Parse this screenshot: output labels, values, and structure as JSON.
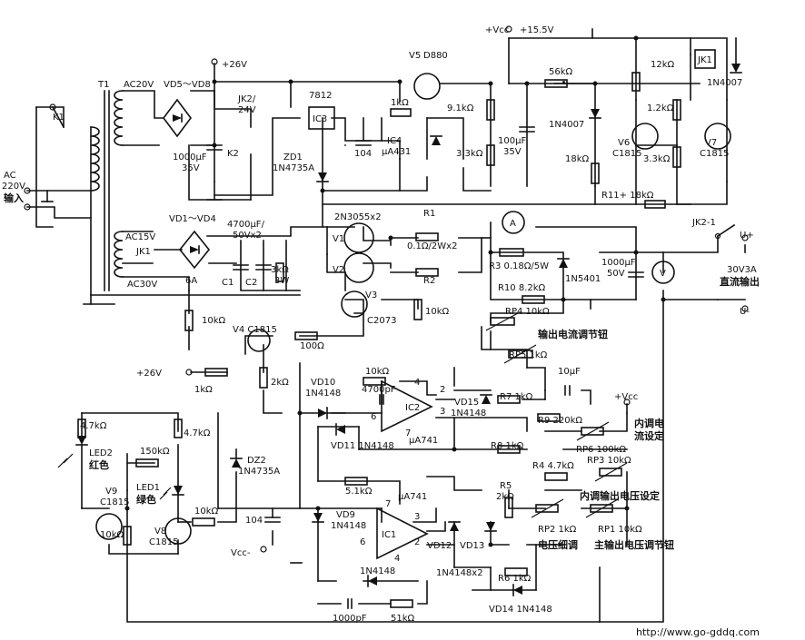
{
  "labels": {
    "vcc_top": "+Vcc",
    "v155": "+15.5V",
    "v26_top": "+26V",
    "ac": "AC",
    "ac220v": "220V",
    "input": "输入",
    "t1": "T1",
    "k1": "K1",
    "ac20v": "AC20V",
    "vd5_vd8": "VD5～VD8",
    "c1000_35": "1000μF",
    "v35": "35V",
    "jk2_24": "JK2/",
    "v24": "24V",
    "k2": "K2",
    "ic7812": "7812",
    "ic3": "IC3",
    "zd1": "ZD1",
    "zd1_part": "1N4735A",
    "r1k_ic4": "1kΩ",
    "c104": "104",
    "ic4": "IC4",
    "ic4_part": "μA431",
    "v5": "V5",
    "v5_part": "D880",
    "r91k": "9.1kΩ",
    "r33k_a": "3.3kΩ",
    "c100u": "100μF",
    "v35b": "35V",
    "r56k": "56kΩ",
    "d1n4007": "1N4007",
    "r18k": "18kΩ",
    "r12k": "12kΩ",
    "jk1_relay": "JK1",
    "d1n4007b": "1N4007",
    "r12k_b": "1.2kΩ",
    "r33k_b": "3.3kΩ",
    "v6": "V6",
    "v6_part": "C1815",
    "v7": "V7",
    "v7_part": "C1815",
    "r11": "R11+ 18kΩ",
    "vd1_vd4": "VD1～VD4",
    "c4700": "4700μF/",
    "v50x2": "50Vx2",
    "ac15v": "AC15V",
    "jk1": "JK1",
    "ac30v": "AC30V",
    "a6": "6A",
    "c1": "C1",
    "c2": "C2",
    "r3k": "3kΩ",
    "w3": "3W",
    "r10k_a": "10kΩ",
    "n2n3055": "2N3055x2",
    "v1": "V1",
    "v2": "V2",
    "r1": "R1",
    "r2": "R2",
    "r_01": "0.1Ω/2Wx2",
    "v3": "V3",
    "v3_part": "C2073",
    "r10k_b": "10kΩ",
    "ammeter": "A",
    "r3": "R3  0.18Ω/5W",
    "d1n5401": "1N5401",
    "r10": "R10  8.2kΩ",
    "c1000_50": "1000μF",
    "v50": "50V",
    "voltmeter": "V",
    "jk2_1": "JK2-1",
    "u_plus": "U+",
    "u_minus": "U-",
    "v30v3a": "30V3A",
    "dc_out": "直流输出",
    "rp4": "RP4  10kΩ",
    "rp4_label": "输出电流调节钮",
    "rp5": "RP5  1kΩ",
    "c10u": "10μF",
    "v4": "V4  C1815",
    "r100": "100Ω",
    "v26_mid": "+26V",
    "r1k_v4": "1kΩ",
    "r2k": "2kΩ",
    "vd10": "VD10",
    "vd10_part": "1N4148",
    "c4700p": "4700pF",
    "r10k_c": "10kΩ",
    "ic2": "IC2",
    "ic2_part": "μA741",
    "vd15": "VD15",
    "vd15_part": "1N4148",
    "r7": "R7  1kΩ",
    "vcc_mid": "+Vcc",
    "r9": "R9  220kΩ",
    "rp6": "RP6  100kΩ",
    "rp6_label1": "内调电",
    "rp6_label2": "流设定",
    "r8": "R8  1kΩ",
    "vd11": "VD11  1N4148",
    "r47k_a": "4.7kΩ",
    "r47k_b": "4.7kΩ",
    "led2": "LED2",
    "red": "红色",
    "r150k": "150kΩ",
    "led1": "LED1",
    "green": "绿色",
    "dz2": "DZ2",
    "dz2_part": "1N4735A",
    "r51k": "5.1kΩ",
    "r4": "R4  4.7kΩ",
    "rp3": "RP3  10kΩ",
    "rp3_label": "内调输出电压设定",
    "v9": "V9",
    "v9_part": "C1815",
    "v8": "V8",
    "v8_part": "C1815",
    "r10k_d": "10kΩ",
    "r10k_e": "10kΩ",
    "c104b": "104",
    "vcc_minus": "Vcc-",
    "vd9": "VD9",
    "vd9_part": "1N4148",
    "ic1": "IC1",
    "ic1_part": "μA741",
    "r5": "R5",
    "r5_val": "2kΩ",
    "vd12": "VD12",
    "vd13": "VD13",
    "vd1213": "1N4148x2",
    "rp2": "RP2  1kΩ",
    "rp2_label": "电压细调",
    "rp1": "RP1  10kΩ",
    "rp1_label": "主输出电压调节钮",
    "r6": "R6  1kΩ",
    "vd14": "VD14  1N4148",
    "d1n4148_ic1": "1N4148",
    "c1000p": "1000pF",
    "r51k_b": "51kΩ",
    "pin2": "2",
    "pin3": "3",
    "pin4": "4",
    "pin6": "6",
    "pin7": "7",
    "pin7b": "7",
    "pin6b": "6",
    "pin4b": "4",
    "pin3b": "3",
    "pin2b": "2",
    "url": "http://www.go-gddq.com"
  }
}
